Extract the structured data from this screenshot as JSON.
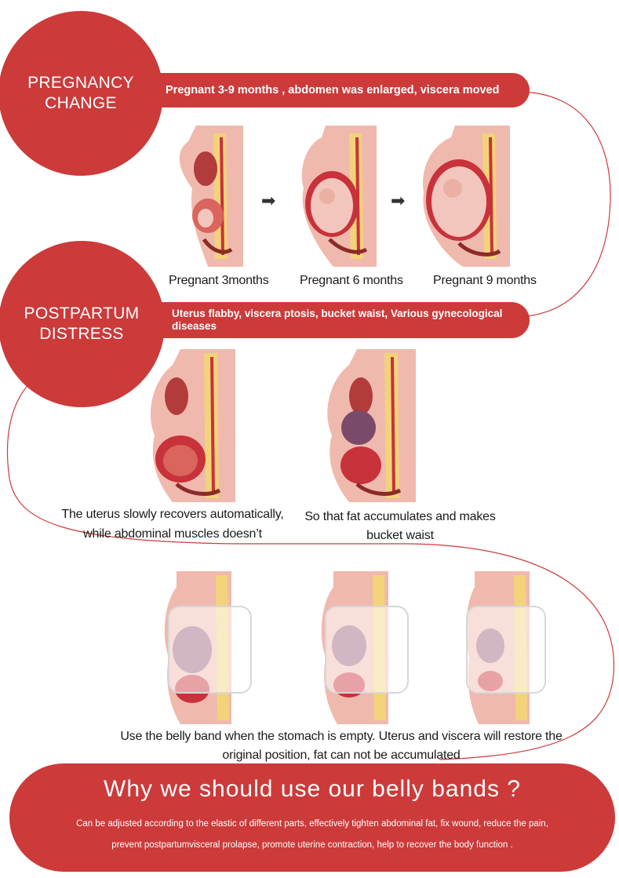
{
  "pregnancy": {
    "circle_label": "PREGNANCY\nCHANGE",
    "banner": "Pregnant 3-9 months , abdomen was enlarged, viscera moved",
    "stages": [
      {
        "caption": "Pregnant 3months"
      },
      {
        "caption": "Pregnant 6 months"
      },
      {
        "caption": "Pregnant 9 months"
      }
    ],
    "arrow_icon": "right-arrow-icon"
  },
  "postpartum": {
    "circle_label": "POSTPARTUM\nDISTRESS",
    "banner_line1": "Uterus flabby, viscera ptosis, bucket waist, Various gynecological",
    "banner_line2": "diseases",
    "items": [
      {
        "caption_line1": "The uterus slowly recovers automatically,",
        "caption_line2": "while abdominal muscles doesn’t"
      },
      {
        "caption_line1": "So that fat accumulates and makes",
        "caption_line2": "bucket waist"
      }
    ]
  },
  "belly_band": {
    "caption_line1": "Use the belly band when the stomach is empty. Uterus and viscera will restore the",
    "caption_line2": "original position, fat can not be accumulated"
  },
  "bottom": {
    "title": "Why we should use our belly bands ?",
    "line1": "Can be adjusted according to the elastic of different parts, effectively tighten abdominal fat, fix wound, reduce the pain,",
    "line2": "prevent postpartumvisceral prolapse, promote uterine contraction,  help to recover the body function ."
  },
  "colors": {
    "accent": "#cc3a3a",
    "skin": "#f0b9ad",
    "organ": "#c8323a",
    "spine": "#f2d37a"
  }
}
